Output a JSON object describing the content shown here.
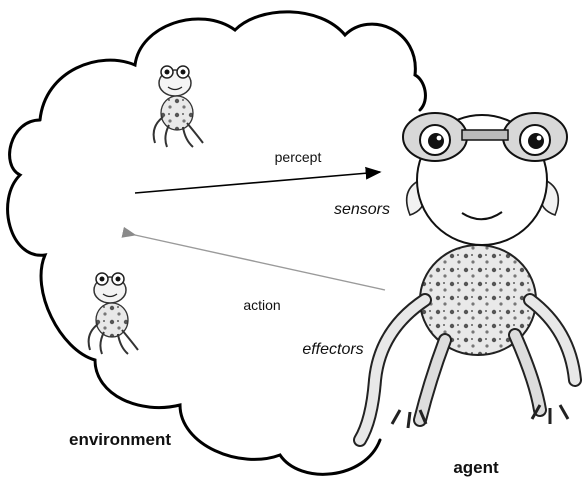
{
  "labels": {
    "percept": "percept",
    "sensors": "sensors",
    "action": "action",
    "effectors": "effectors",
    "environment": "environment",
    "agent": "agent"
  },
  "colors": {
    "outline": "#000000",
    "action_arrow": "#9a9a9a"
  },
  "icons": [
    "cloud-environment",
    "small-creature-icon",
    "agent-creature"
  ]
}
